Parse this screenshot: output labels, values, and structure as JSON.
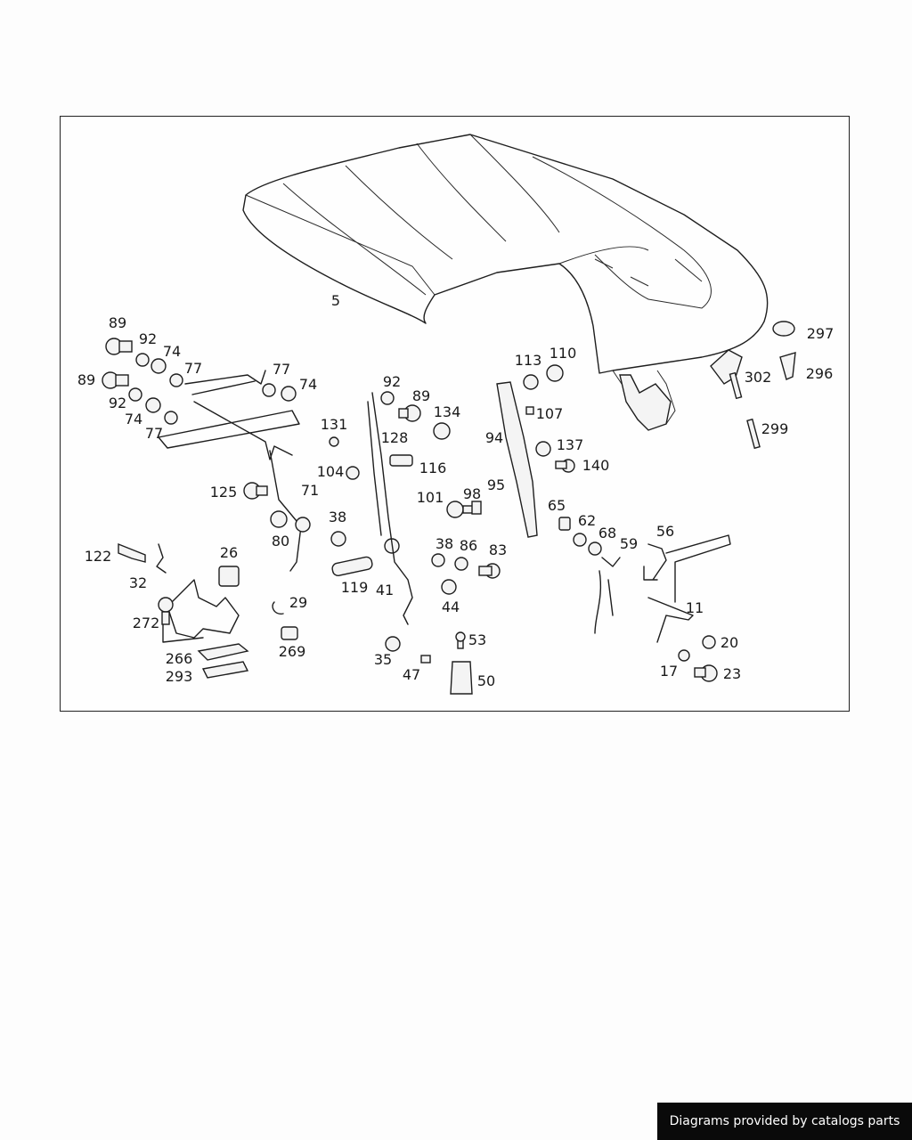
{
  "diagram": {
    "callouts": [
      {
        "id": "c5",
        "text": "5"
      },
      {
        "id": "c89a",
        "text": "89"
      },
      {
        "id": "c92a",
        "text": "92"
      },
      {
        "id": "c74a",
        "text": "74"
      },
      {
        "id": "c77a",
        "text": "77"
      },
      {
        "id": "c77b",
        "text": "77"
      },
      {
        "id": "c74b",
        "text": "74"
      },
      {
        "id": "c89b",
        "text": "89"
      },
      {
        "id": "c92b",
        "text": "92"
      },
      {
        "id": "c74c",
        "text": "74"
      },
      {
        "id": "c77c",
        "text": "77"
      },
      {
        "id": "c125",
        "text": "125"
      },
      {
        "id": "c71",
        "text": "71"
      },
      {
        "id": "c80",
        "text": "80"
      },
      {
        "id": "c122",
        "text": "122"
      },
      {
        "id": "c32",
        "text": "32"
      },
      {
        "id": "c26",
        "text": "26"
      },
      {
        "id": "c272",
        "text": "272"
      },
      {
        "id": "c29",
        "text": "29"
      },
      {
        "id": "c269",
        "text": "269"
      },
      {
        "id": "c266",
        "text": "266"
      },
      {
        "id": "c293",
        "text": "293"
      },
      {
        "id": "c131",
        "text": "131"
      },
      {
        "id": "c104",
        "text": "104"
      },
      {
        "id": "c38a",
        "text": "38"
      },
      {
        "id": "c119",
        "text": "119"
      },
      {
        "id": "c41",
        "text": "41"
      },
      {
        "id": "c92c",
        "text": "92"
      },
      {
        "id": "c89c",
        "text": "89"
      },
      {
        "id": "c128",
        "text": "128"
      },
      {
        "id": "c116",
        "text": "116"
      },
      {
        "id": "c134",
        "text": "134"
      },
      {
        "id": "c101",
        "text": "101"
      },
      {
        "id": "c98",
        "text": "98"
      },
      {
        "id": "c95",
        "text": "95"
      },
      {
        "id": "c38b",
        "text": "38"
      },
      {
        "id": "c86",
        "text": "86"
      },
      {
        "id": "c83",
        "text": "83"
      },
      {
        "id": "c44",
        "text": "44"
      },
      {
        "id": "c35",
        "text": "35"
      },
      {
        "id": "c47",
        "text": "47"
      },
      {
        "id": "c53",
        "text": "53"
      },
      {
        "id": "c50",
        "text": "50"
      },
      {
        "id": "c113",
        "text": "113"
      },
      {
        "id": "c110",
        "text": "110"
      },
      {
        "id": "c107",
        "text": "107"
      },
      {
        "id": "c94",
        "text": "94"
      },
      {
        "id": "c137",
        "text": "137"
      },
      {
        "id": "c140",
        "text": "140"
      },
      {
        "id": "c65",
        "text": "65"
      },
      {
        "id": "c62",
        "text": "62"
      },
      {
        "id": "c68",
        "text": "68"
      },
      {
        "id": "c59",
        "text": "59"
      },
      {
        "id": "c56",
        "text": "56"
      },
      {
        "id": "c11",
        "text": "11"
      },
      {
        "id": "c20",
        "text": "20"
      },
      {
        "id": "c17",
        "text": "17"
      },
      {
        "id": "c23",
        "text": "23"
      },
      {
        "id": "c297",
        "text": "297"
      },
      {
        "id": "c296",
        "text": "296"
      },
      {
        "id": "c302",
        "text": "302"
      },
      {
        "id": "c299",
        "text": "299"
      }
    ]
  },
  "footer": {
    "text": "Diagrams provided by catalogs parts"
  }
}
